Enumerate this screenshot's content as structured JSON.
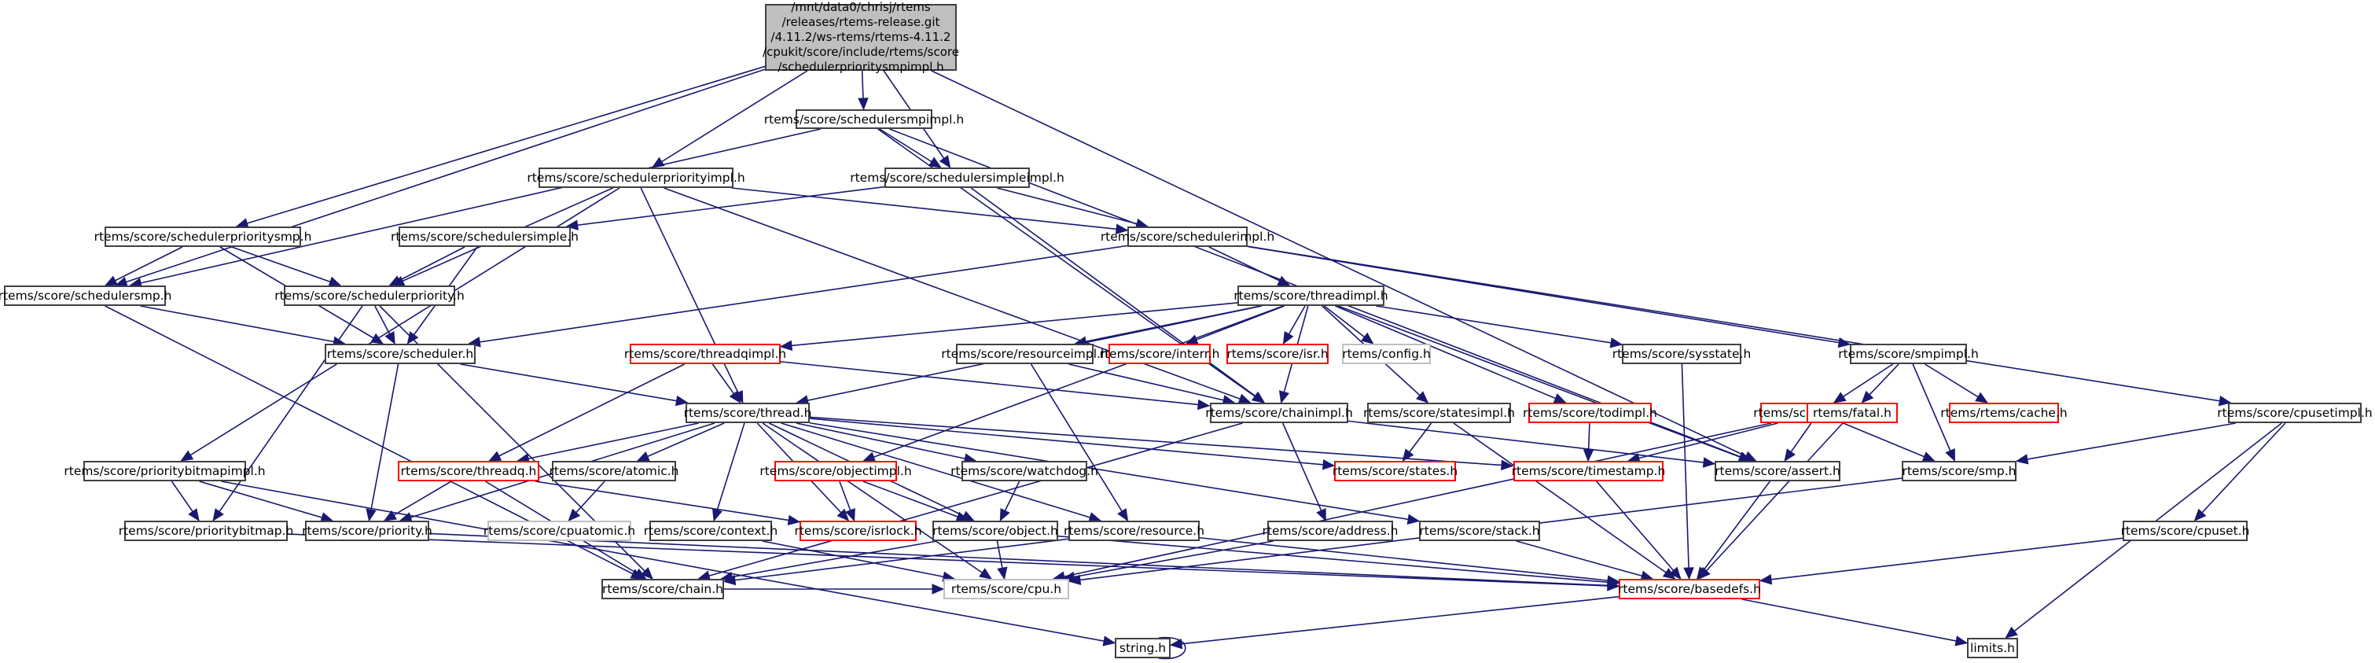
{
  "diagram": {
    "type": "include-dependency-graph",
    "colors": {
      "edge": "#191970",
      "root_fill": "#bfbfbf",
      "normal_border": "#404040",
      "truncated_border": "#ff0000",
      "external_border": "#bfbfbf"
    },
    "nodes": [
      {
        "id": "root",
        "label": "/mnt/data0/chrisj/rtems\n/releases/rtems-release.git\n/4.11.2/ws-rtems/rtems-4.11.2\n/cpukit/score/include/rtems/score\n/schedulerprioritysmpimpl.h",
        "style": "root"
      },
      {
        "id": "schedulersmpimpl",
        "label": "rtems/score/schedulersmpimpl.h",
        "style": "normal"
      },
      {
        "id": "schedulerpriorityimpl",
        "label": "rtems/score/schedulerpriorityimpl.h",
        "style": "normal"
      },
      {
        "id": "schedulersimpleimpl",
        "label": "rtems/score/schedulersimpleimpl.h",
        "style": "normal"
      },
      {
        "id": "schedulerprioritysmp",
        "label": "rtems/score/schedulerprioritysmp.h",
        "style": "normal"
      },
      {
        "id": "schedulersimple",
        "label": "rtems/score/schedulersimple.h",
        "style": "normal"
      },
      {
        "id": "schedulerimpl",
        "label": "rtems/score/schedulerimpl.h",
        "style": "normal"
      },
      {
        "id": "schedulersmp",
        "label": "rtems/score/schedulersmp.h",
        "style": "normal"
      },
      {
        "id": "schedulerpriority",
        "label": "rtems/score/schedulerpriority.h",
        "style": "normal"
      },
      {
        "id": "threadimpl",
        "label": "rtems/score/threadimpl.h",
        "style": "normal"
      },
      {
        "id": "scheduler",
        "label": "rtems/score/scheduler.h",
        "style": "normal"
      },
      {
        "id": "threadqimpl",
        "label": "rtems/score/threadqimpl.h",
        "style": "red"
      },
      {
        "id": "resourceimpl",
        "label": "rtems/score/resourceimpl.h",
        "style": "normal"
      },
      {
        "id": "interr",
        "label": "rtems/score/interr.h",
        "style": "red"
      },
      {
        "id": "isr",
        "label": "rtems/score/isr.h",
        "style": "red"
      },
      {
        "id": "config",
        "label": "rtems/config.h",
        "style": "grey"
      },
      {
        "id": "sysstate",
        "label": "rtems/score/sysstate.h",
        "style": "normal"
      },
      {
        "id": "smpimpl",
        "label": "rtems/score/smpimpl.h",
        "style": "normal"
      },
      {
        "id": "thread",
        "label": "rtems/score/thread.h",
        "style": "normal"
      },
      {
        "id": "chainimpl",
        "label": "rtems/score/chainimpl.h",
        "style": "normal"
      },
      {
        "id": "statesimpl",
        "label": "rtems/score/statesimpl.h",
        "style": "normal"
      },
      {
        "id": "todimpl",
        "label": "rtems/score/todimpl.h",
        "style": "red"
      },
      {
        "id": "percpu",
        "label": "rtems/score/percpu.h",
        "style": "red"
      },
      {
        "id": "cache",
        "label": "rtems/rtems/cache.h",
        "style": "red"
      },
      {
        "id": "fatal",
        "label": "rtems/fatal.h",
        "style": "red"
      },
      {
        "id": "cpusetimpl",
        "label": "rtems/score/cpusetimpl.h",
        "style": "normal"
      },
      {
        "id": "prioritybitmapimpl",
        "label": "rtems/score/prioritybitmapimpl.h",
        "style": "normal"
      },
      {
        "id": "threadq",
        "label": "rtems/score/threadq.h",
        "style": "red"
      },
      {
        "id": "atomic",
        "label": "rtems/score/atomic.h",
        "style": "normal"
      },
      {
        "id": "objectimpl",
        "label": "rtems/score/objectimpl.h",
        "style": "red"
      },
      {
        "id": "watchdog",
        "label": "rtems/score/watchdog.h",
        "style": "normal"
      },
      {
        "id": "states",
        "label": "rtems/score/states.h",
        "style": "red"
      },
      {
        "id": "timestamp",
        "label": "rtems/score/timestamp.h",
        "style": "red"
      },
      {
        "id": "assert",
        "label": "rtems/score/assert.h",
        "style": "normal"
      },
      {
        "id": "smp",
        "label": "rtems/score/smp.h",
        "style": "normal"
      },
      {
        "id": "prioritybitmap",
        "label": "rtems/score/prioritybitmap.h",
        "style": "normal"
      },
      {
        "id": "priority",
        "label": "rtems/score/priority.h",
        "style": "normal"
      },
      {
        "id": "cpuatomic",
        "label": "rtems/score/cpuatomic.h",
        "style": "grey"
      },
      {
        "id": "context",
        "label": "rtems/score/context.h",
        "style": "normal"
      },
      {
        "id": "isrlock",
        "label": "rtems/score/isrlock.h",
        "style": "red"
      },
      {
        "id": "object",
        "label": "rtems/score/object.h",
        "style": "normal"
      },
      {
        "id": "resource",
        "label": "rtems/score/resource.h",
        "style": "normal"
      },
      {
        "id": "address",
        "label": "rtems/score/address.h",
        "style": "normal"
      },
      {
        "id": "stack",
        "label": "rtems/score/stack.h",
        "style": "normal"
      },
      {
        "id": "cpuset",
        "label": "rtems/score/cpuset.h",
        "style": "normal"
      },
      {
        "id": "chain",
        "label": "rtems/score/chain.h",
        "style": "normal"
      },
      {
        "id": "cpu",
        "label": "rtems/score/cpu.h",
        "style": "grey"
      },
      {
        "id": "basedefs",
        "label": "rtems/score/basedefs.h",
        "style": "red"
      },
      {
        "id": "string",
        "label": "string.h",
        "style": "normal"
      },
      {
        "id": "limits",
        "label": "limits.h",
        "style": "normal"
      }
    ],
    "edges": [
      [
        "root",
        "schedulersmpimpl"
      ],
      [
        "root",
        "schedulerpriorityimpl"
      ],
      [
        "root",
        "schedulersimpleimpl"
      ],
      [
        "root",
        "schedulerprioritysmp"
      ],
      [
        "root",
        "schedulersmp"
      ],
      [
        "root",
        "assert"
      ],
      [
        "schedulersmpimpl",
        "schedulersimpleimpl"
      ],
      [
        "schedulersmpimpl",
        "schedulersmp"
      ],
      [
        "schedulersmpimpl",
        "chainimpl"
      ],
      [
        "schedulersmpimpl",
        "assert"
      ],
      [
        "schedulerpriorityimpl",
        "schedulerimpl"
      ],
      [
        "schedulerpriorityimpl",
        "schedulerpriority"
      ],
      [
        "schedulerpriorityimpl",
        "prioritybitmapimpl"
      ],
      [
        "schedulerpriorityimpl",
        "chainimpl"
      ],
      [
        "schedulerpriorityimpl",
        "thread"
      ],
      [
        "schedulersimpleimpl",
        "schedulersimple"
      ],
      [
        "schedulersimpleimpl",
        "schedulerimpl"
      ],
      [
        "schedulersimpleimpl",
        "chainimpl"
      ],
      [
        "schedulerprioritysmp",
        "schedulersmp"
      ],
      [
        "schedulerprioritysmp",
        "schedulerpriority"
      ],
      [
        "schedulerprioritysmp",
        "scheduler"
      ],
      [
        "schedulersimple",
        "schedulerpriority"
      ],
      [
        "schedulersimple",
        "scheduler"
      ],
      [
        "schedulerimpl",
        "threadimpl"
      ],
      [
        "schedulerimpl",
        "scheduler"
      ],
      [
        "schedulerimpl",
        "smpimpl"
      ],
      [
        "schedulerimpl",
        "cpusetimpl"
      ],
      [
        "schedulersmp",
        "scheduler"
      ],
      [
        "schedulersmp",
        "chain"
      ],
      [
        "schedulerpriority",
        "scheduler"
      ],
      [
        "schedulerpriority",
        "prioritybitmap"
      ],
      [
        "schedulerpriority",
        "chain"
      ],
      [
        "threadimpl",
        "threadqimpl"
      ],
      [
        "threadimpl",
        "resourceimpl"
      ],
      [
        "threadimpl",
        "interr"
      ],
      [
        "threadimpl",
        "isr"
      ],
      [
        "threadimpl",
        "config"
      ],
      [
        "threadimpl",
        "sysstate"
      ],
      [
        "threadimpl",
        "thread"
      ],
      [
        "threadimpl",
        "chainimpl"
      ],
      [
        "threadimpl",
        "statesimpl"
      ],
      [
        "threadimpl",
        "todimpl"
      ],
      [
        "threadimpl",
        "objectimpl"
      ],
      [
        "threadimpl",
        "assert"
      ],
      [
        "scheduler",
        "thread"
      ],
      [
        "scheduler",
        "priority"
      ],
      [
        "threadqimpl",
        "thread"
      ],
      [
        "threadqimpl",
        "threadq"
      ],
      [
        "threadqimpl",
        "chainimpl"
      ],
      [
        "resourceimpl",
        "chainimpl"
      ],
      [
        "resourceimpl",
        "resource"
      ],
      [
        "sysstate",
        "basedefs"
      ],
      [
        "smpimpl",
        "percpu"
      ],
      [
        "smpimpl",
        "cache"
      ],
      [
        "smpimpl",
        "fatal"
      ],
      [
        "smpimpl",
        "smp"
      ],
      [
        "thread",
        "threadq"
      ],
      [
        "thread",
        "atomic"
      ],
      [
        "thread",
        "priority"
      ],
      [
        "thread",
        "context"
      ],
      [
        "thread",
        "isrlock"
      ],
      [
        "thread",
        "object"
      ],
      [
        "thread",
        "watchdog"
      ],
      [
        "thread",
        "resource"
      ],
      [
        "thread",
        "states"
      ],
      [
        "thread",
        "timestamp"
      ],
      [
        "thread",
        "stack"
      ],
      [
        "thread",
        "cpu"
      ],
      [
        "chainimpl",
        "address"
      ],
      [
        "chainimpl",
        "chain"
      ],
      [
        "chainimpl",
        "assert"
      ],
      [
        "statesimpl",
        "states"
      ],
      [
        "statesimpl",
        "basedefs"
      ],
      [
        "todimpl",
        "timestamp"
      ],
      [
        "percpu",
        "timestamp"
      ],
      [
        "percpu",
        "assert"
      ],
      [
        "percpu",
        "smp"
      ],
      [
        "percpu",
        "cpu"
      ],
      [
        "fatal",
        "basedefs"
      ],
      [
        "cpusetimpl",
        "smp"
      ],
      [
        "cpusetimpl",
        "cpuset"
      ],
      [
        "cpusetimpl",
        "limits"
      ],
      [
        "prioritybitmapimpl",
        "prioritybitmap"
      ],
      [
        "prioritybitmapimpl",
        "priority"
      ],
      [
        "prioritybitmapimpl",
        "string"
      ],
      [
        "threadq",
        "priority"
      ],
      [
        "threadq",
        "chain"
      ],
      [
        "threadq",
        "isrlock"
      ],
      [
        "atomic",
        "cpuatomic"
      ],
      [
        "objectimpl",
        "isrlock"
      ],
      [
        "objectimpl",
        "object"
      ],
      [
        "watchdog",
        "object"
      ],
      [
        "timestamp",
        "basedefs"
      ],
      [
        "assert",
        "basedefs"
      ],
      [
        "smp",
        "cpu"
      ],
      [
        "prioritybitmap",
        "basedefs"
      ],
      [
        "priority",
        "basedefs"
      ],
      [
        "context",
        "cpu"
      ],
      [
        "object",
        "chain"
      ],
      [
        "object",
        "cpu"
      ],
      [
        "object",
        "basedefs"
      ],
      [
        "resource",
        "chain"
      ],
      [
        "resource",
        "basedefs"
      ],
      [
        "address",
        "cpu"
      ],
      [
        "stack",
        "basedefs"
      ],
      [
        "cpuset",
        "basedefs"
      ],
      [
        "chain",
        "cpu"
      ],
      [
        "basedefs",
        "string"
      ],
      [
        "basedefs",
        "limits"
      ],
      [
        "string",
        "string"
      ]
    ]
  }
}
